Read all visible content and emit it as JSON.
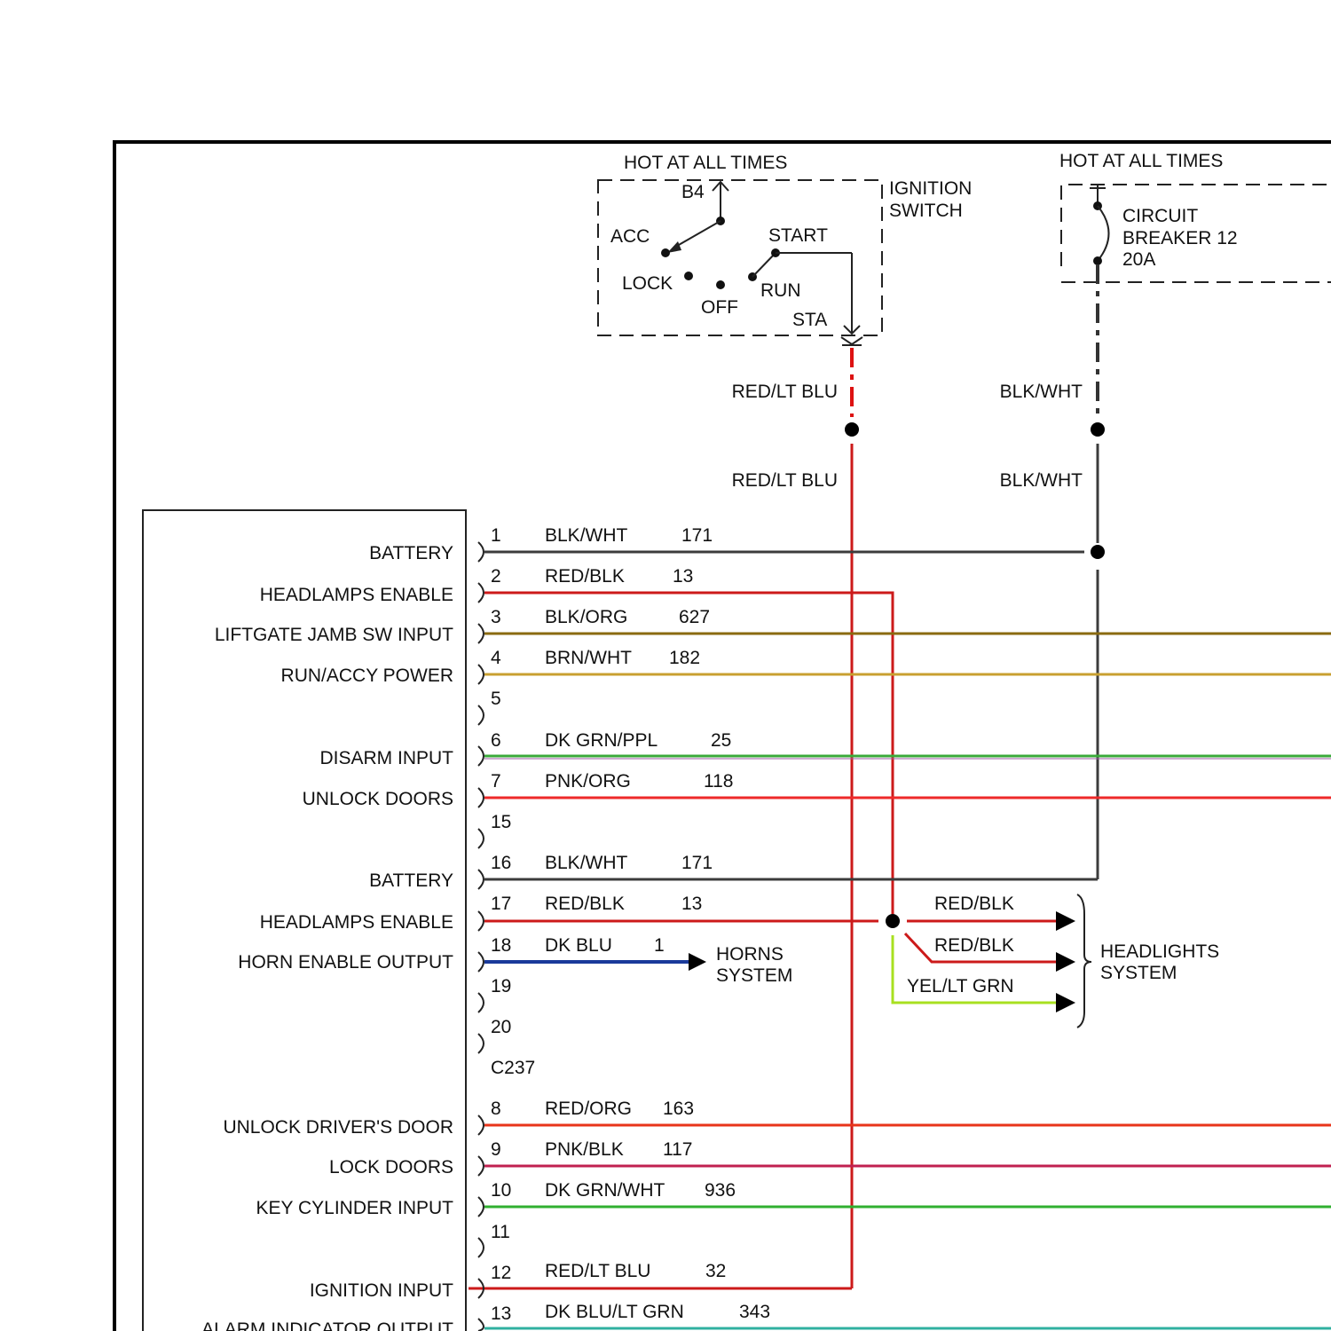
{
  "top": {
    "hot_left": "HOT AT ALL TIMES",
    "hot_right": "HOT AT ALL TIMES",
    "ignition_label_line1": "IGNITION",
    "ignition_label_line2": "SWITCH",
    "b4": "B4",
    "acc": "ACC",
    "start": "START",
    "lock": "LOCK",
    "run": "RUN",
    "off": "OFF",
    "sta": "STA",
    "cb_line1": "CIRCUIT",
    "cb_line2": "BREAKER 12",
    "cb_line3": "20A"
  },
  "feeds": {
    "left_upper": "RED/LT BLU",
    "left_lower": "RED/LT BLU",
    "right_upper": "BLK/WHT",
    "right_lower": "BLK/WHT"
  },
  "module_pins": [
    {
      "pin": "1",
      "function": "BATTERY",
      "wire": "BLK/WHT",
      "circuit": "171",
      "color": "#3c3c3c"
    },
    {
      "pin": "2",
      "function": "HEADLAMPS ENABLE",
      "wire": "RED/BLK",
      "circuit": "13",
      "color": "#cc1a1a"
    },
    {
      "pin": "3",
      "function": "LIFTGATE JAMB SW INPUT",
      "wire": "BLK/ORG",
      "circuit": "627",
      "color": "#8a6a10"
    },
    {
      "pin": "4",
      "function": "RUN/ACCY POWER",
      "wire": "BRN/WHT",
      "circuit": "182",
      "color": "#c8a030"
    },
    {
      "pin": "5",
      "function": "",
      "wire": "",
      "circuit": "",
      "color": ""
    },
    {
      "pin": "6",
      "function": "DISARM INPUT",
      "wire": "DK GRN/PPL",
      "circuit": "25",
      "color": "#3aaa3a"
    },
    {
      "pin": "7",
      "function": "UNLOCK DOORS",
      "wire": "PNK/ORG",
      "circuit": "118",
      "color": "#ee2a2a"
    },
    {
      "pin": "15",
      "function": "",
      "wire": "",
      "circuit": "",
      "color": ""
    },
    {
      "pin": "16",
      "function": "BATTERY",
      "wire": "BLK/WHT",
      "circuit": "171",
      "color": "#3c3c3c"
    },
    {
      "pin": "17",
      "function": "HEADLAMPS ENABLE",
      "wire": "RED/BLK",
      "circuit": "13",
      "color": "#cc1a1a"
    },
    {
      "pin": "18",
      "function": "HORN ENABLE OUTPUT",
      "wire": "DK BLU",
      "circuit": "1",
      "color": "#1a3a9a"
    },
    {
      "pin": "19",
      "function": "",
      "wire": "",
      "circuit": "",
      "color": ""
    },
    {
      "pin": "20",
      "function": "",
      "wire": "",
      "circuit": "",
      "color": ""
    },
    {
      "pin": "8",
      "function": "UNLOCK DRIVER'S DOOR",
      "wire": "RED/ORG",
      "circuit": "163",
      "color": "#e8341a"
    },
    {
      "pin": "9",
      "function": "LOCK DOORS",
      "wire": "PNK/BLK",
      "circuit": "117",
      "color": "#c02050"
    },
    {
      "pin": "10",
      "function": "KEY CYLINDER INPUT",
      "wire": "DK GRN/WHT",
      "circuit": "936",
      "color": "#30b030"
    },
    {
      "pin": "11",
      "function": "",
      "wire": "",
      "circuit": "",
      "color": ""
    },
    {
      "pin": "12",
      "function": "IGNITION INPUT",
      "wire": "RED/LT BLU",
      "circuit": "32",
      "color": "#cc1a1a"
    },
    {
      "pin": "13",
      "function": "ALARM INDICATOR OUTPUT",
      "wire": "DK BLU/LT GRN",
      "circuit": "343",
      "color": "#30b0a0"
    }
  ],
  "connector": "C237",
  "horns": {
    "line1": "HORNS",
    "line2": "SYSTEM"
  },
  "headlights": {
    "line1": "HEADLIGHTS",
    "line2": "SYSTEM",
    "wire1": "RED/BLK",
    "wire2": "RED/BLK",
    "wire3": "YEL/LT GRN"
  },
  "colors": {
    "red": "#cc1a1a",
    "black": "#3c3c3c",
    "yellow_green": "#a8e020",
    "blue": "#1a3a9a"
  }
}
